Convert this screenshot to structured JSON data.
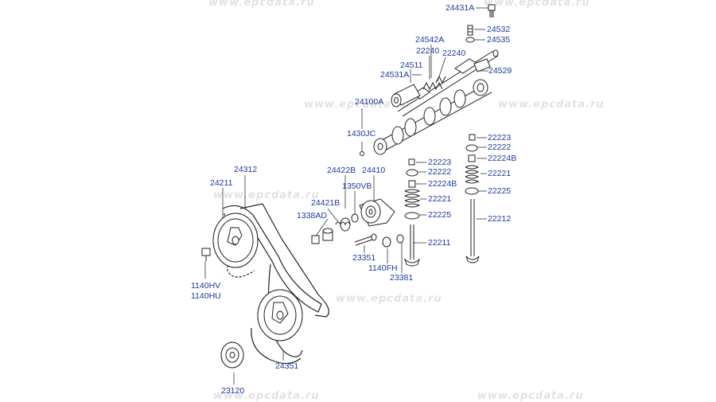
{
  "watermarks": [
    "www.epcdata.ru",
    "www.epcdata.ru",
    "www.epcdata.ru",
    "www.epcdata.ru",
    "www.epcdata.ru",
    "www.epcdata.ru",
    "www.epcdata.ru",
    "www.epcdata.ru"
  ],
  "part_labels": {
    "p24431A": "24431A",
    "p24532": "24532",
    "p24535": "24535",
    "p24542A": "24542A",
    "p22240a": "22240",
    "p22240b": "22240",
    "p24511": "24511",
    "p24531A": "24531A",
    "p24529": "24529",
    "p24100A": "24100A",
    "p1430JC": "1430JC",
    "p22223a": "22223",
    "p22222a": "22222",
    "p22224Ba": "22224B",
    "p22221a": "22221",
    "p22225a": "22225",
    "p22212": "22212",
    "p24312": "24312",
    "p24211": "24211",
    "p24422B": "24422B",
    "p24410": "24410",
    "p1350VB": "1350VB",
    "p24421B": "24421B",
    "p1338AD": "1338AD",
    "p22223b": "22223",
    "p22222b": "22222",
    "p22224Bb": "22224B",
    "p22221b": "22221",
    "p22225b": "22225",
    "p22211": "22211",
    "p23351": "23351",
    "p1140FH": "1140FH",
    "p23381": "23381",
    "p1140HV": "1140HV",
    "p1140HU": "1140HU",
    "p24351": "24351",
    "p23120": "23120"
  }
}
